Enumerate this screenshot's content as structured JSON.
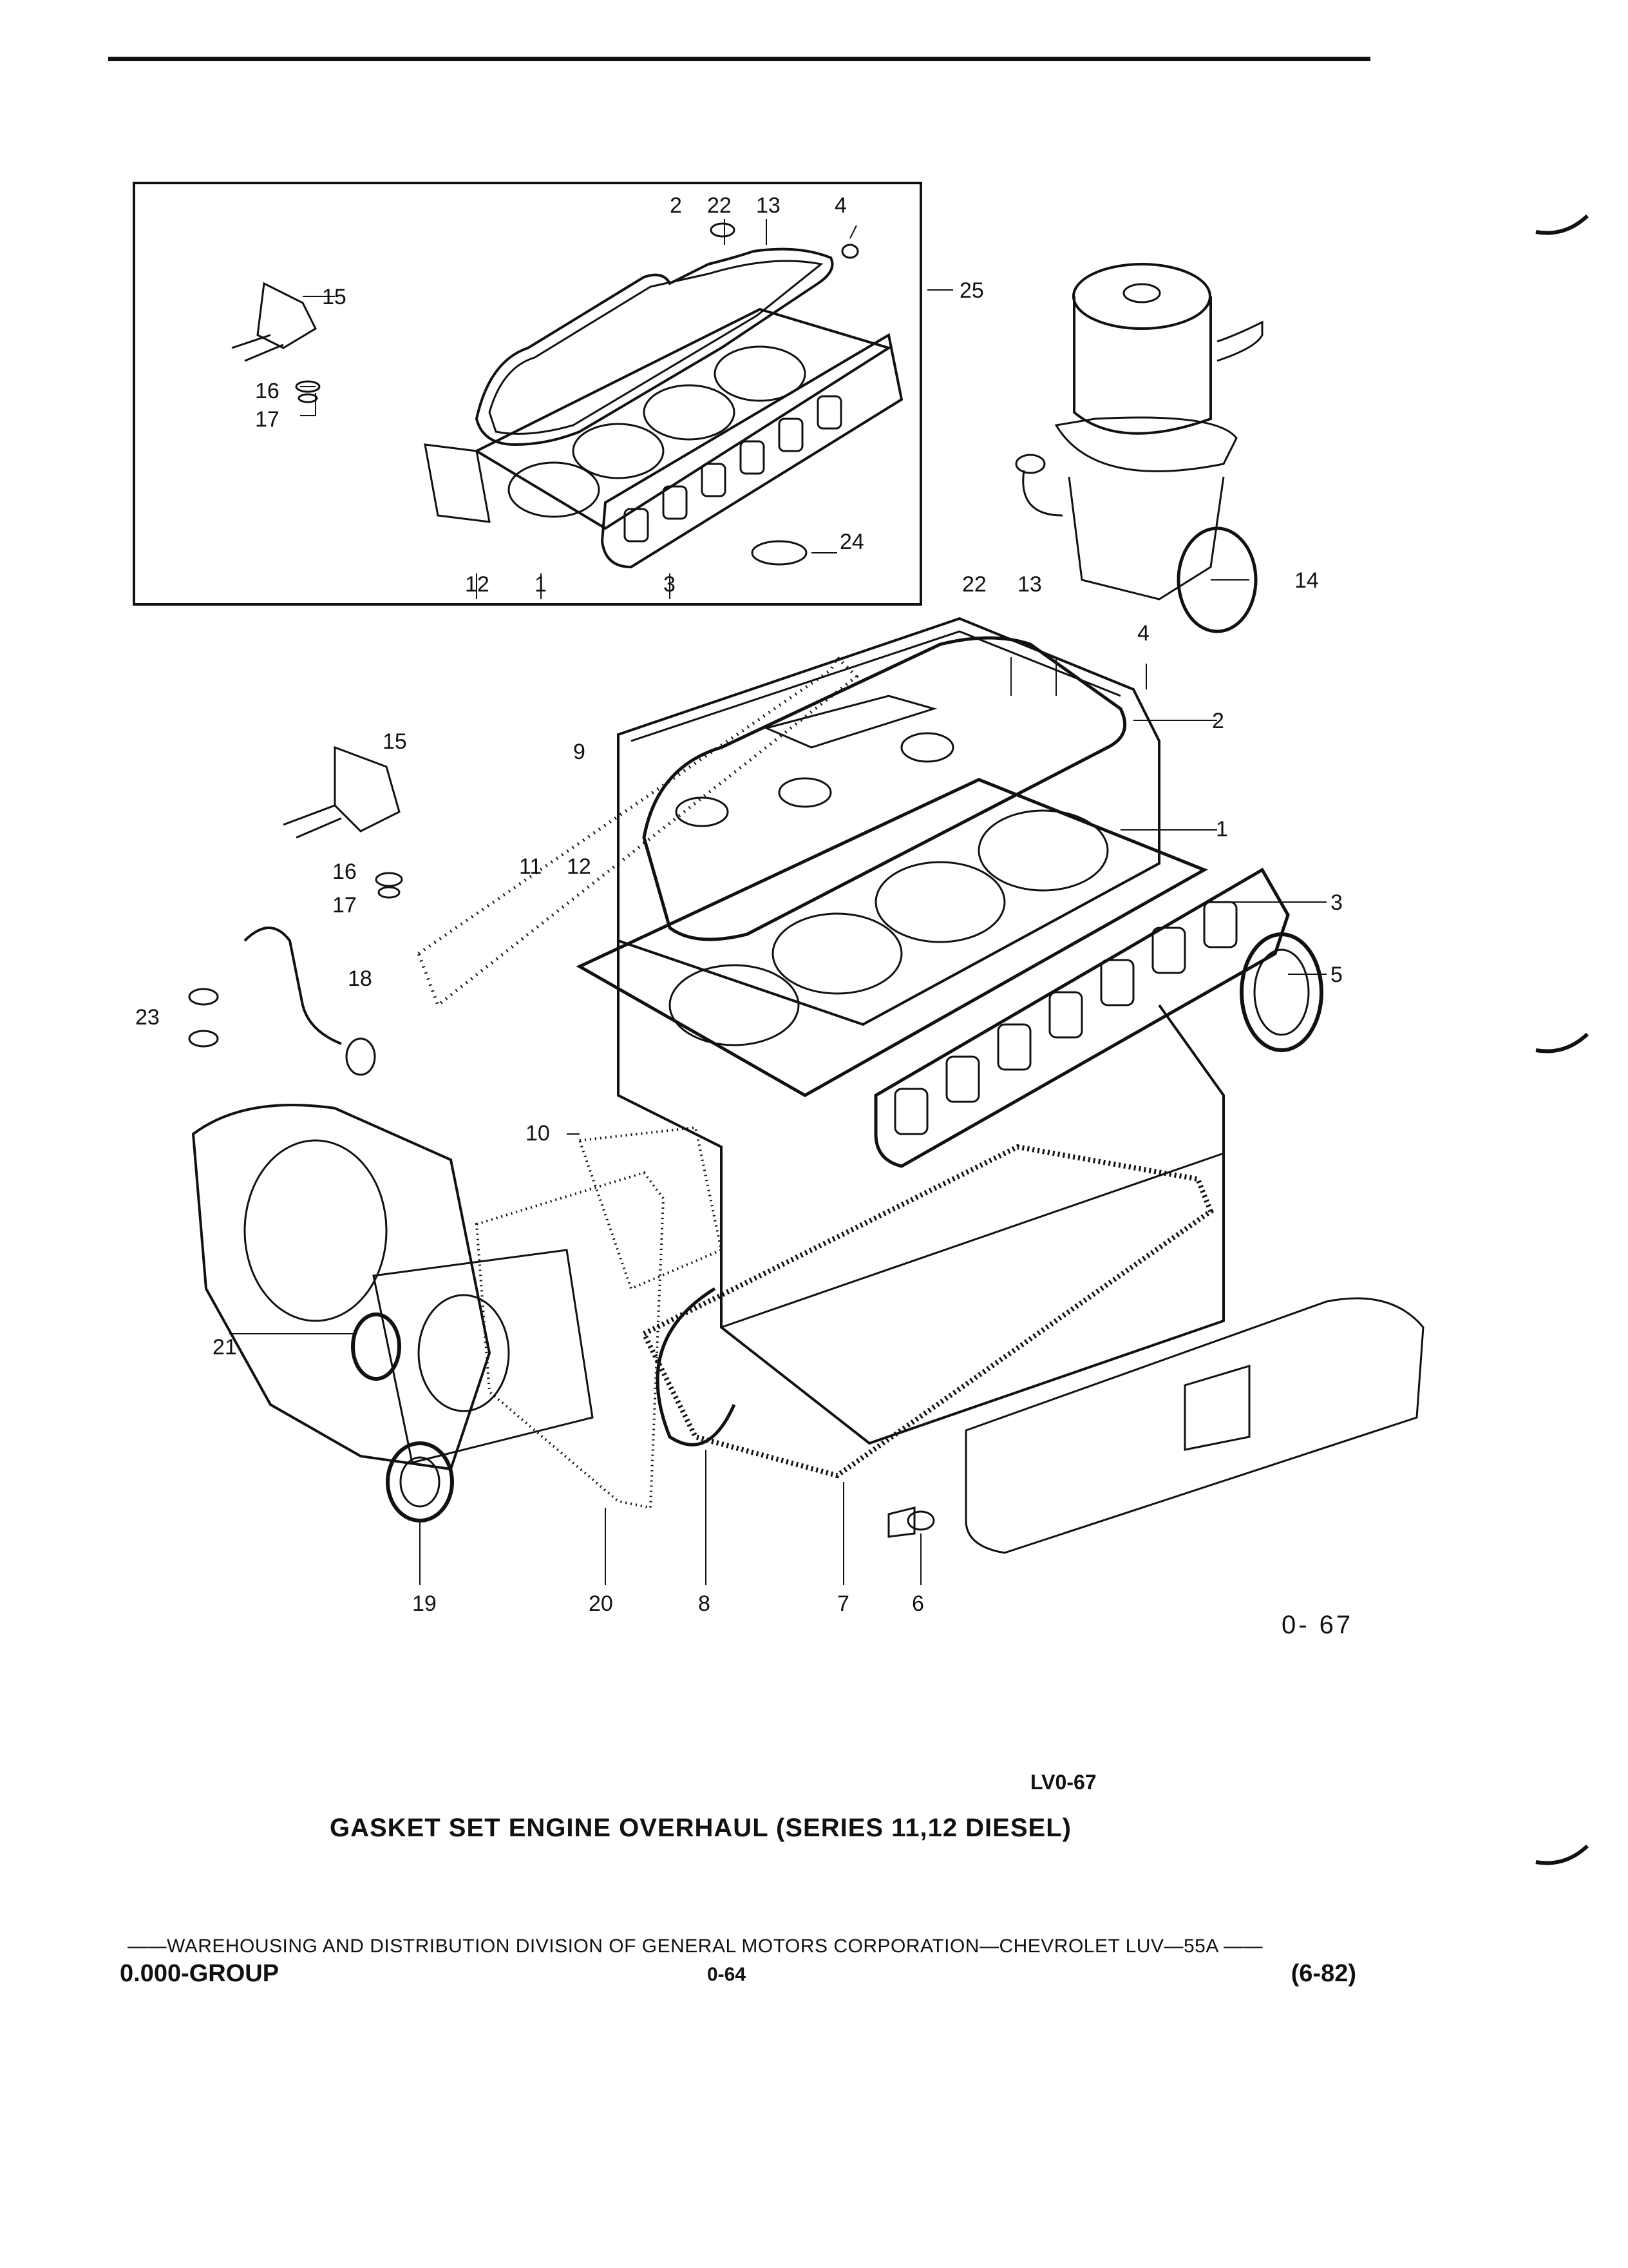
{
  "diagram": {
    "callouts": {
      "c1a": "1",
      "c2a": "2",
      "c3a": "3",
      "c4a": "4",
      "c12a": "12",
      "c13a": "13",
      "c15a": "15",
      "c16a": "16",
      "c17a": "17",
      "c22a": "22",
      "c24a": "24",
      "c25": "25",
      "c22b": "22",
      "c13b": "13",
      "c14": "14",
      "c4b": "4",
      "c2b": "2",
      "c15b": "15",
      "c9": "9",
      "c1b": "1",
      "c11": "11",
      "c12b": "12",
      "c3b": "3",
      "c16b": "16",
      "c17b": "17",
      "c5": "5",
      "c18": "18",
      "c23": "23",
      "c10": "10",
      "c21": "21",
      "c19": "19",
      "c20": "20",
      "c8": "8",
      "c7": "7",
      "c6": "6"
    }
  },
  "figure_code": "0- 67",
  "drawing_id": "LV0-67",
  "title": "GASKET SET ENGINE OVERHAUL (SERIES 11,12 DIESEL)",
  "footer": {
    "division_line": "——WAREHOUSING AND DISTRIBUTION  DIVISION OF GENERAL MOTORS CORPORATION—CHEVROLET LUV—55A    ——",
    "group": "0.000-GROUP",
    "page": "0-64",
    "date": "(6-82)"
  }
}
